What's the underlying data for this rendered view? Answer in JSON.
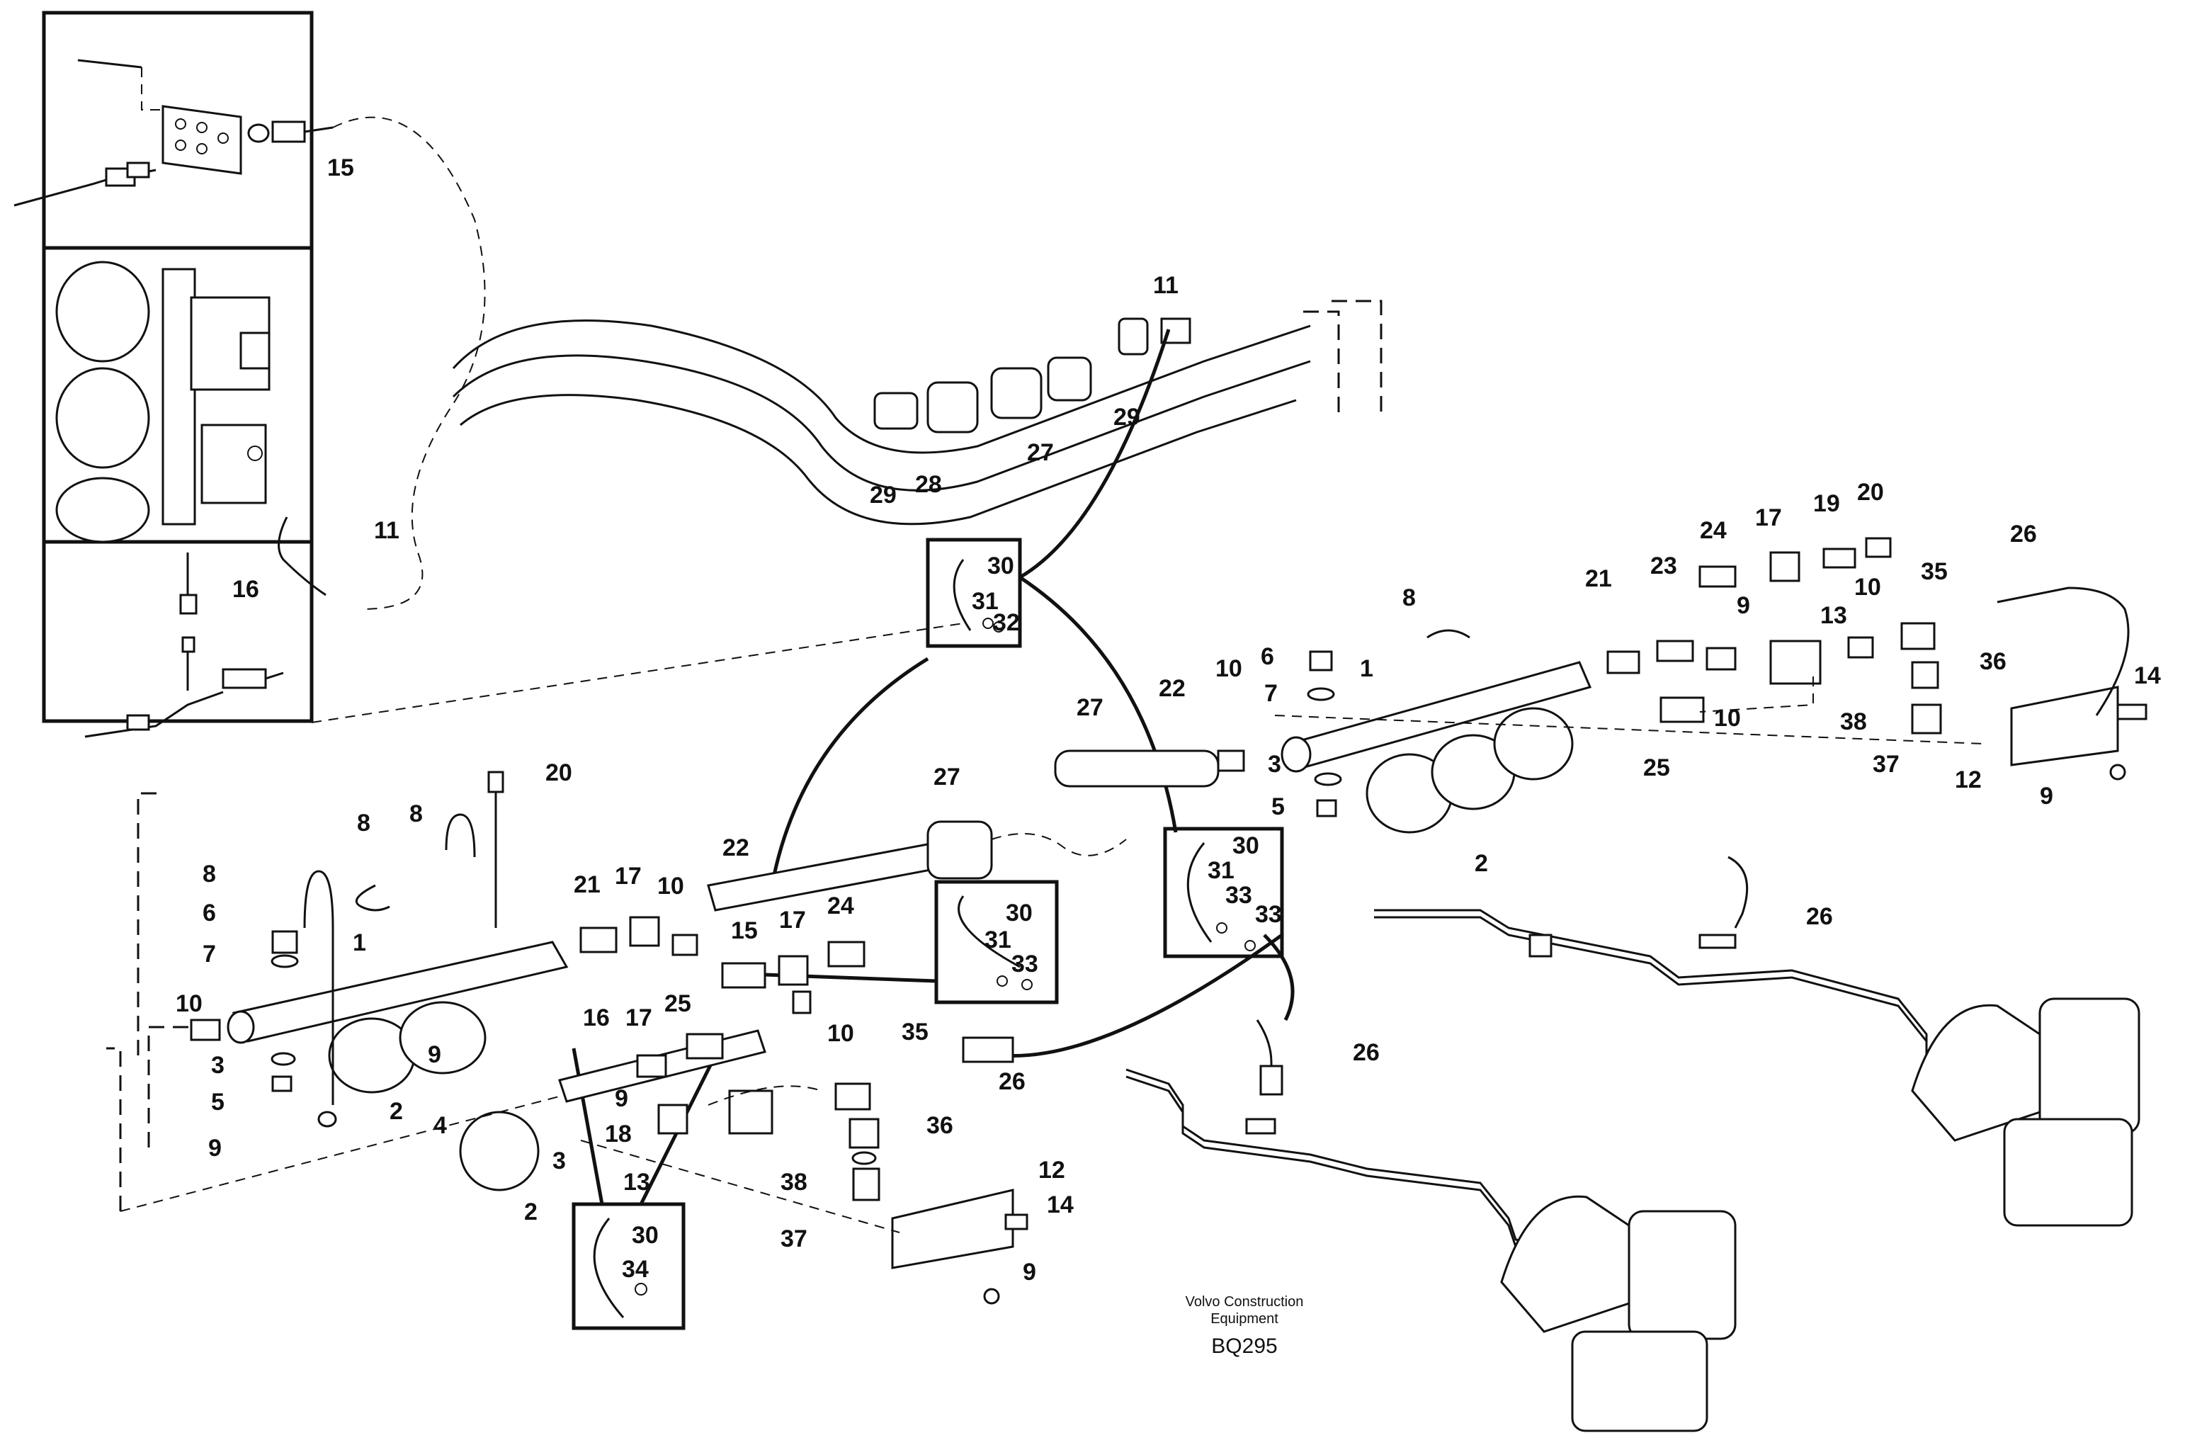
{
  "caption": {
    "line1": "Volvo Construction",
    "line2": "Equipment",
    "code": "BQ295"
  },
  "callouts": {
    "c1": "15",
    "c2": "11",
    "c3": "16",
    "c4": "11",
    "c5": "29",
    "c6": "28",
    "c7": "27",
    "c8": "29",
    "c9": "30",
    "c10": "31",
    "c11": "32",
    "c12": "8",
    "c13": "6",
    "c14": "7",
    "c15": "22",
    "c16": "10",
    "c17": "27",
    "c18": "1",
    "c19": "21",
    "c20": "23",
    "c21": "24",
    "c22": "17",
    "c23": "19",
    "c24": "20",
    "c25": "26",
    "c26": "9",
    "c27": "10",
    "c28": "13",
    "c29": "35",
    "c30": "36",
    "c31": "10",
    "c32": "25",
    "c33": "38",
    "c34": "37",
    "c35": "14",
    "c36": "12",
    "c37": "9",
    "c38": "3",
    "c39": "5",
    "c40": "2",
    "c41": "30",
    "c42": "31",
    "c43": "33",
    "c44": "33",
    "c45": "26",
    "c46": "26",
    "c47": "20",
    "c48": "8",
    "c49": "8",
    "c50": "8",
    "c51": "6",
    "c52": "7",
    "c53": "10",
    "c54": "1",
    "c55": "3",
    "c56": "5",
    "c57": "9",
    "c58": "2",
    "c59": "9",
    "c60": "4",
    "c61": "3",
    "c62": "2",
    "c63": "21",
    "c64": "17",
    "c65": "10",
    "c66": "22",
    "c67": "27",
    "c68": "15",
    "c69": "17",
    "c70": "24",
    "c71": "30",
    "c72": "31",
    "c73": "33",
    "c74": "10",
    "c75": "16",
    "c76": "17",
    "c77": "25",
    "c78": "9",
    "c79": "18",
    "c80": "35",
    "c81": "26",
    "c82": "36",
    "c83": "13",
    "c84": "38",
    "c85": "37",
    "c86": "12",
    "c87": "14",
    "c88": "9",
    "c89": "30",
    "c90": "34"
  }
}
